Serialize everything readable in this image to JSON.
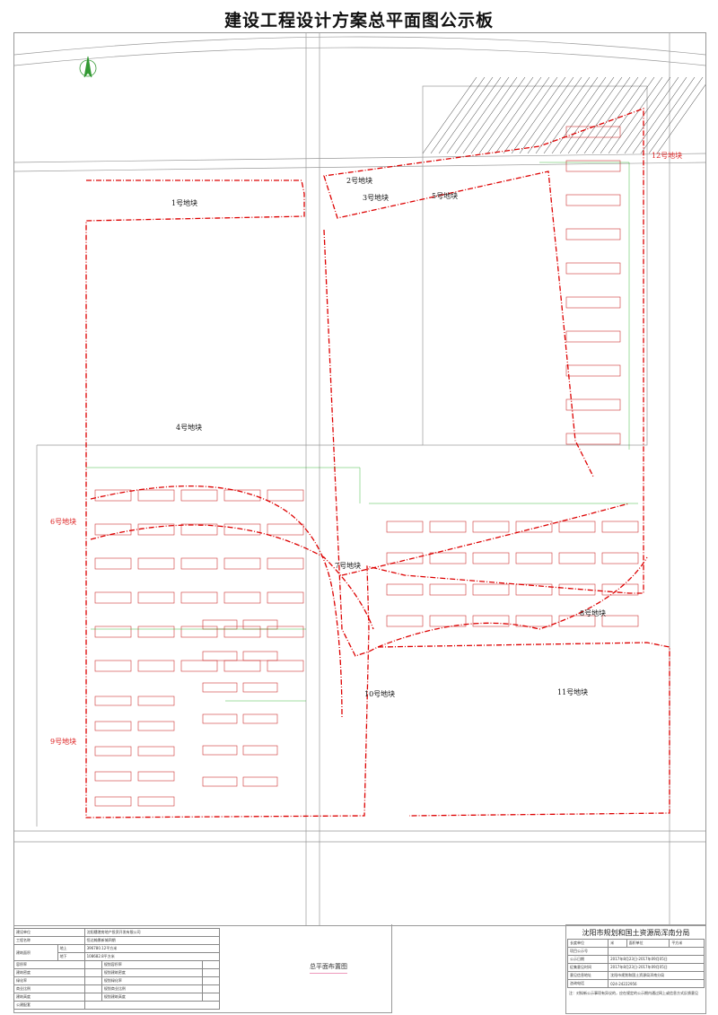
{
  "title": "建设工程设计方案总平面图公示板",
  "plots": [
    "1号地块",
    "2号地块",
    "3号地块",
    "4号地块",
    "5号地块",
    "6号地块",
    "7号地块",
    "8号地块",
    "9号地块",
    "10号地块",
    "11号地块",
    "12号地块"
  ],
  "caption": "总平面布置图",
  "project_table": {
    "rows": [
      {
        "label": "建设单位",
        "value": "沈阳穗港房地产投资开发有限公司"
      },
      {
        "label": "工程名称",
        "value": "恒达翰景新城四期"
      }
    ],
    "area_label": "建筑面积",
    "above_label": "地上",
    "above_value": "396780.12平方米",
    "below_label": "地下",
    "below_value": "108682.8平方米",
    "indicators": [
      {
        "label": "容积率",
        "plan": "规划容积率"
      },
      {
        "label": "建筑密度",
        "plan": "规划建筑密度"
      },
      {
        "label": "绿化率",
        "plan": "规划绿化率"
      },
      {
        "label": "商业比例",
        "plan": "规划商业比例"
      },
      {
        "label": "建筑高度",
        "plan": "规划建筑高度"
      }
    ],
    "public_label": "公建配套"
  },
  "agency": {
    "name": "沈阳市规划和国土资源局浑南分局",
    "unit_length_label": "长度单位",
    "unit_length": "米",
    "unit_area_label": "面积单位",
    "unit_area": "平方米",
    "rows": [
      {
        "label": "项目公示号",
        "value": ""
      },
      {
        "label": "公示日期",
        "value": "2017年8月23日-2017年09月05日"
      },
      {
        "label": "征集意见时间",
        "value": "2017年8月23日-2017年09月05日"
      },
      {
        "label": "意见信息地址",
        "value": "沈阳市规划和国土资源局浑南分局"
      },
      {
        "label": "咨询电话",
        "value": "024-24222956"
      }
    ],
    "note": "注：对拟新公示事项有异议的，应在规定的公示期内通过网上或信息方式反馈意见"
  }
}
